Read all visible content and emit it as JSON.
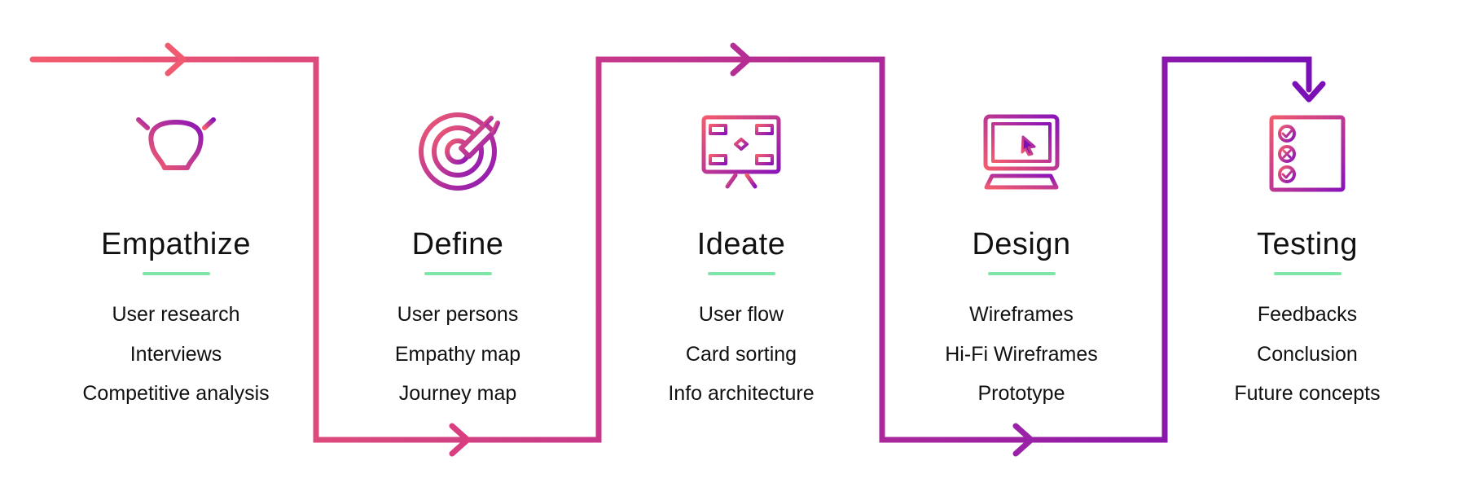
{
  "colors": {
    "gradient_start": "#f25c6e",
    "gradient_mid": "#cc3589",
    "gradient_end": "#7a10b5",
    "underline": "#7ee6a6",
    "text": "#111111"
  },
  "stages": [
    {
      "title": "Empathize",
      "icon": "lightbulb-icon",
      "items": [
        "User research",
        "Interviews",
        "Competitive analysis"
      ]
    },
    {
      "title": "Define",
      "icon": "target-pencil-icon",
      "items": [
        "User persons",
        "Empathy map",
        "Journey map"
      ]
    },
    {
      "title": "Ideate",
      "icon": "flowchart-board-icon",
      "items": [
        "User flow",
        "Card sorting",
        "Info architecture"
      ]
    },
    {
      "title": "Design",
      "icon": "monitor-wireframe-icon",
      "items": [
        "Wireframes",
        "Hi-Fi Wireframes",
        "Prototype"
      ]
    },
    {
      "title": "Testing",
      "icon": "checklist-icon",
      "items": [
        "Feedbacks",
        "Conclusion",
        "Future concepts"
      ]
    }
  ]
}
